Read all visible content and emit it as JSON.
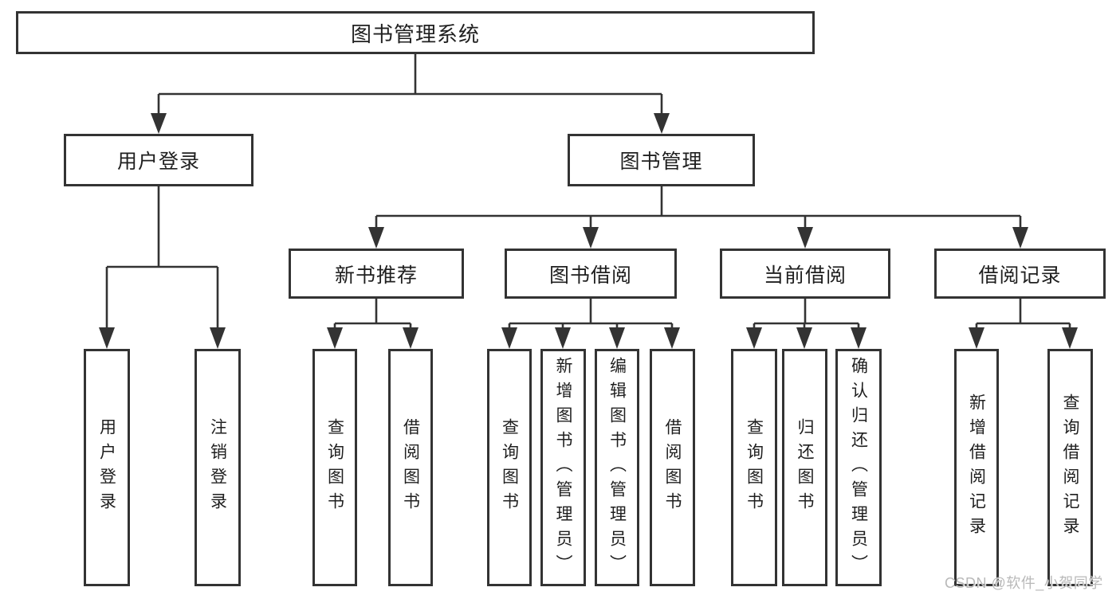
{
  "diagram": {
    "title": "图书管理系统",
    "branches": [
      {
        "label": "用户登录",
        "children": [
          {
            "label": "用户登录"
          },
          {
            "label": "注销登录"
          }
        ]
      },
      {
        "label": "图书管理",
        "children": [
          {
            "label": "新书推荐",
            "children": [
              {
                "label": "查询图书"
              },
              {
                "label": "借阅图书"
              }
            ]
          },
          {
            "label": "图书借阅",
            "children": [
              {
                "label": "查询图书"
              },
              {
                "label": "新增图书（管理员）"
              },
              {
                "label": "编辑图书（管理员）"
              },
              {
                "label": "借阅图书"
              }
            ]
          },
          {
            "label": "当前借阅",
            "children": [
              {
                "label": "查询图书"
              },
              {
                "label": "归还图书"
              },
              {
                "label": "确认归还（管理员）"
              }
            ]
          },
          {
            "label": "借阅记录",
            "children": [
              {
                "label": "新增借阅记录"
              },
              {
                "label": "查询借阅记录"
              }
            ]
          }
        ]
      }
    ]
  },
  "watermark": "CSDN @软件_小贺同学",
  "colors": {
    "line": "#333333",
    "text": "#1f1f1f",
    "background": "#ffffff",
    "watermark": "#b9b9b9"
  }
}
